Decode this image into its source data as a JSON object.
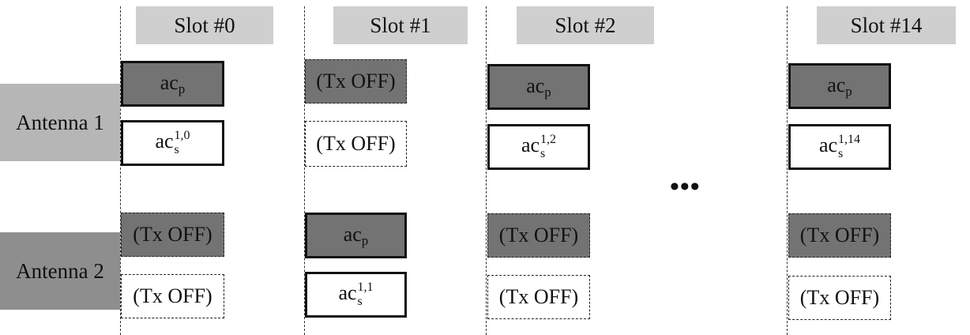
{
  "slots": [
    {
      "label": "Slot #0"
    },
    {
      "label": "Slot #1"
    },
    {
      "label": "Slot #2"
    },
    {
      "label": "Slot #14"
    }
  ],
  "antennas": [
    {
      "label": "Antenna 1"
    },
    {
      "label": "Antenna 2"
    }
  ],
  "ellipsis": "•••",
  "cells": {
    "tx_off": "(Tx OFF)",
    "acp_base": "ac",
    "acp_sub": "p",
    "acs_base": "ac",
    "acs_sub": "s",
    "slot0_ant1_sup": "1,0",
    "slot1_ant2_sup": "1,1",
    "slot2_ant1_sup": "1,2",
    "slot14_ant1_sup": "1,14"
  }
}
